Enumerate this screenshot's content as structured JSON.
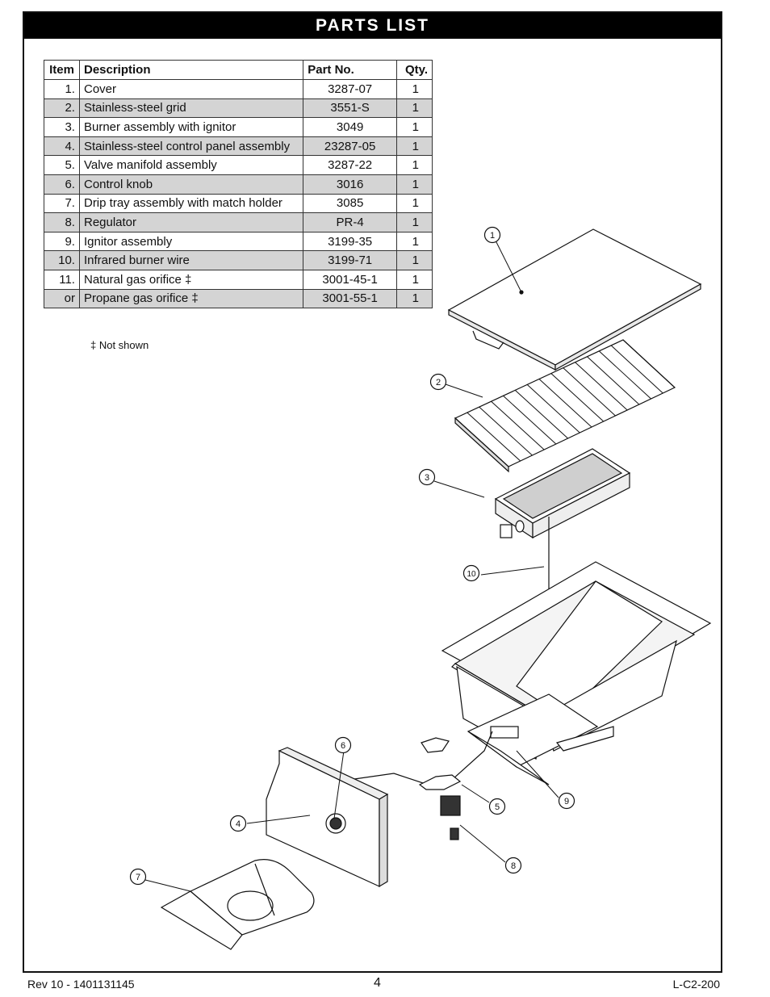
{
  "banner_title": "PARTS LIST",
  "table": {
    "headers": [
      "Item",
      "Description",
      "Part No.",
      "Qty."
    ],
    "rows": [
      {
        "item": "1.",
        "description": "Cover",
        "part_no": "3287-07",
        "qty": "1"
      },
      {
        "item": "2.",
        "description": "Stainless-steel grid",
        "part_no": "3551-S",
        "qty": "1"
      },
      {
        "item": "3.",
        "description": "Burner assembly with ignitor",
        "part_no": "3049",
        "qty": "1"
      },
      {
        "item": "4.",
        "description": "Stainless-steel control panel assembly",
        "part_no": "23287-05",
        "qty": "1"
      },
      {
        "item": "5.",
        "description": "Valve manifold assembly",
        "part_no": "3287-22",
        "qty": "1"
      },
      {
        "item": "6.",
        "description": "Control knob",
        "part_no": "3016",
        "qty": "1"
      },
      {
        "item": "7.",
        "description": "Drip tray assembly with match holder",
        "part_no": "3085",
        "qty": "1"
      },
      {
        "item": "8.",
        "description": "Regulator",
        "part_no": "PR-4",
        "qty": "1"
      },
      {
        "item": "9.",
        "description": "Ignitor assembly",
        "part_no": "3199-35",
        "qty": "1"
      },
      {
        "item": "10.",
        "description": "Infrared burner wire",
        "part_no": "3199-71",
        "qty": "1"
      },
      {
        "item": "11.",
        "description": "Natural gas orifice ‡",
        "part_no": "3001-45-1",
        "qty": "1"
      },
      {
        "item": "or",
        "description": "Propane gas orifice ‡",
        "part_no": "3001-55-1",
        "qty": "1"
      }
    ]
  },
  "note": "‡  Not shown",
  "callouts": [
    "1",
    "2",
    "3",
    "10",
    "6",
    "4",
    "5",
    "9",
    "8",
    "7"
  ],
  "footer": {
    "revision": "Rev 10 - 1401131145",
    "page_number": "4",
    "doc_code": "L-C2-200"
  }
}
